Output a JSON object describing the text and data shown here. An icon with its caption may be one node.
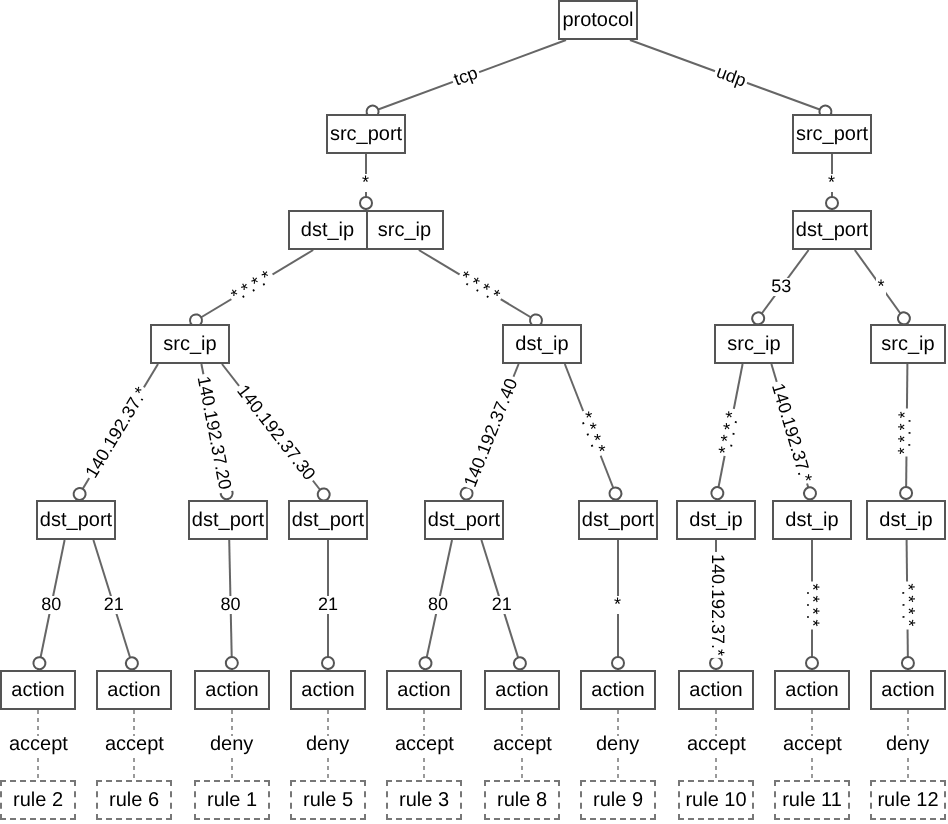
{
  "diagram": {
    "nodes": [
      {
        "text": [
          "protocol"
        ]
      },
      {
        "text": [
          "src_port"
        ]
      },
      {
        "text": [
          "src_port"
        ]
      },
      {
        "text": [
          "dst_ip",
          "src_ip"
        ]
      },
      {
        "text": [
          "dst_port"
        ]
      },
      {
        "text": [
          "src_ip"
        ]
      },
      {
        "text": [
          "dst_ip"
        ]
      },
      {
        "text": [
          "src_ip"
        ]
      },
      {
        "text": [
          "src_ip"
        ]
      },
      {
        "text": [
          "dst_port"
        ]
      },
      {
        "text": [
          "dst_port"
        ]
      },
      {
        "text": [
          "dst_port"
        ]
      },
      {
        "text": [
          "dst_port"
        ]
      },
      {
        "text": [
          "dst_port"
        ]
      },
      {
        "text": [
          "dst_ip"
        ]
      },
      {
        "text": [
          "dst_ip"
        ]
      },
      {
        "text": [
          "dst_ip"
        ]
      },
      {
        "text": [
          "action"
        ]
      },
      {
        "text": [
          "action"
        ]
      },
      {
        "text": [
          "action"
        ]
      },
      {
        "text": [
          "action"
        ]
      },
      {
        "text": [
          "action"
        ]
      },
      {
        "text": [
          "action"
        ]
      },
      {
        "text": [
          "action"
        ]
      },
      {
        "text": [
          "action"
        ]
      },
      {
        "text": [
          "action"
        ]
      },
      {
        "text": [
          "action"
        ]
      },
      {
        "text": [
          "rule 2"
        ]
      },
      {
        "text": [
          "rule 6"
        ]
      },
      {
        "text": [
          "rule 1"
        ]
      },
      {
        "text": [
          "rule 5"
        ]
      },
      {
        "text": [
          "rule 3"
        ]
      },
      {
        "text": [
          "rule 8"
        ]
      },
      {
        "text": [
          "rule 9"
        ]
      },
      {
        "text": [
          "rule 10"
        ]
      },
      {
        "text": [
          "rule 11"
        ]
      },
      {
        "text": [
          "rule 12"
        ]
      }
    ],
    "edges": [
      {
        "from": 0,
        "to": 1,
        "arrow": "other",
        "label": "tcp"
      },
      {
        "from": 0,
        "to": 2,
        "arrow": "other",
        "label": "udp"
      },
      {
        "from": 1,
        "to": 3,
        "arrow": "other",
        "label": "*"
      },
      {
        "from": 2,
        "to": 4,
        "arrow": "other",
        "label": "*"
      },
      {
        "from": 3,
        "to": 5,
        "arrow": "other",
        "label": "*.*.*.*"
      },
      {
        "from": 3,
        "to": 6,
        "arrow": "other",
        "label": "*.*.*.*"
      },
      {
        "from": 4,
        "to": 7,
        "arrow": "other",
        "label": "53"
      },
      {
        "from": 4,
        "to": 8,
        "arrow": "other",
        "label": "*"
      },
      {
        "from": 5,
        "to": 9,
        "arrow": "other",
        "label": "140.192.37.*"
      },
      {
        "from": 5,
        "to": 10,
        "arrow": "other",
        "label": "140.192.37.20"
      },
      {
        "from": 5,
        "to": 11,
        "arrow": "other",
        "label": "140.192.37.30"
      },
      {
        "from": 6,
        "to": 12,
        "arrow": "other",
        "label": "140.192.37.40"
      },
      {
        "from": 6,
        "to": 13,
        "arrow": "other",
        "label": "*.*.*.*"
      },
      {
        "from": 7,
        "to": 14,
        "arrow": "other",
        "label": "*.*.*.*"
      },
      {
        "from": 7,
        "to": 15,
        "arrow": "other",
        "label": "140.192.37.*"
      },
      {
        "from": 8,
        "to": 16,
        "arrow": "other",
        "label": "*.*.*.*"
      },
      {
        "from": 9,
        "to": 17,
        "arrow": "other",
        "label": "80"
      },
      {
        "from": 9,
        "to": 18,
        "arrow": "other",
        "label": "21"
      },
      {
        "from": 10,
        "to": 19,
        "arrow": "other",
        "label": "80"
      },
      {
        "from": 11,
        "to": 20,
        "arrow": "other",
        "label": "21"
      },
      {
        "from": 12,
        "to": 21,
        "arrow": "other",
        "label": "80"
      },
      {
        "from": 12,
        "to": 22,
        "arrow": "other",
        "label": "21"
      },
      {
        "from": 13,
        "to": 23,
        "arrow": "other",
        "label": "*"
      },
      {
        "from": 14,
        "to": 24,
        "arrow": "other",
        "label": "140.192.37.*"
      },
      {
        "from": 15,
        "to": 25,
        "arrow": "other",
        "label": "*.*.*.*"
      },
      {
        "from": 16,
        "to": 26,
        "arrow": "other",
        "label": "*.*.*.*"
      },
      {
        "from": 17,
        "to": 27,
        "arrow": "none",
        "style": "dashed",
        "label": "accept"
      },
      {
        "from": 18,
        "to": 28,
        "arrow": "none",
        "style": "dashed",
        "label": "accept"
      },
      {
        "from": 19,
        "to": 29,
        "arrow": "none",
        "style": "dashed",
        "label": "deny"
      },
      {
        "from": 20,
        "to": 30,
        "arrow": "none",
        "style": "dashed",
        "label": "deny"
      },
      {
        "from": 21,
        "to": 31,
        "arrow": "none",
        "style": "dashed",
        "label": "accept"
      },
      {
        "from": 22,
        "to": 32,
        "arrow": "none",
        "style": "dashed",
        "label": "accept"
      },
      {
        "from": 23,
        "to": 33,
        "arrow": "none",
        "style": "dashed",
        "label": "deny"
      },
      {
        "from": 24,
        "to": 34,
        "arrow": "none",
        "style": "dashed",
        "label": "accept"
      },
      {
        "from": 25,
        "to": 35,
        "arrow": "none",
        "style": "dashed",
        "label": "accept"
      },
      {
        "from": 26,
        "to": 36,
        "arrow": "none",
        "style": "dashed",
        "label": "deny"
      }
    ]
  }
}
